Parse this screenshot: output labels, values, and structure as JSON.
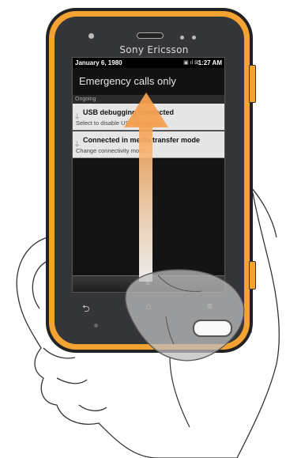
{
  "device": {
    "brand": "Sony Ericsson"
  },
  "status_bar": {
    "date": "January 6, 1980",
    "icons": "▣ ıl ⊠",
    "time": "1:27 AM"
  },
  "carrier_text": "Emergency calls only",
  "section_header": "Ongoing",
  "notifications": [
    {
      "title": "USB debugging connected",
      "subtitle": "Select to disable USB debugging.",
      "icon": "usb-debug-icon"
    },
    {
      "title": "Connected in media transfer mode",
      "subtitle": "Change connectivity mode",
      "icon": "usb-connect-icon"
    }
  ],
  "keys": {
    "back": "⮌",
    "home": "⌂",
    "menu": "≡"
  },
  "handle_glyph": "≡",
  "colors": {
    "frame_orange": "#f4a333",
    "arrow_top": "#f6a04f",
    "notification_bg": "#e6e6e6"
  }
}
